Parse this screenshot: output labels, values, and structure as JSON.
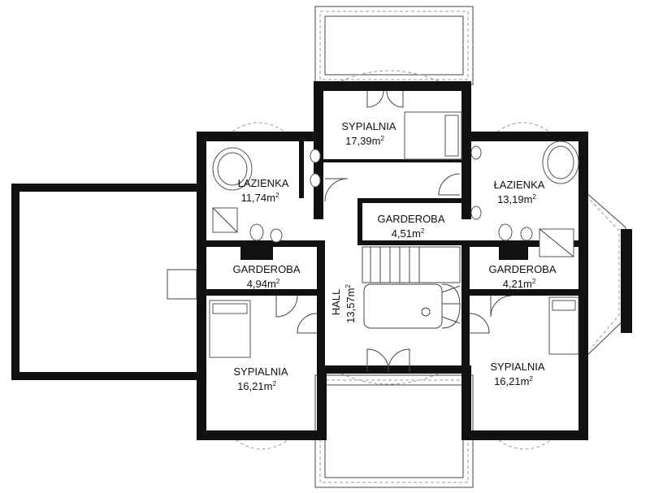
{
  "rooms": {
    "sypialnia_top": {
      "name": "SYPIALNIA",
      "area": "17,39m",
      "unit": "2"
    },
    "lazienka_left": {
      "name": "ŁAZIENKA",
      "area": "11,74m",
      "unit": "2"
    },
    "lazienka_right": {
      "name": "ŁAZIENKA",
      "area": "13,19m",
      "unit": "2"
    },
    "garderoba_mid": {
      "name": "GARDEROBA",
      "area": "4,51m",
      "unit": "2"
    },
    "garderoba_left": {
      "name": "GARDEROBA",
      "area": "4,94m",
      "unit": "2"
    },
    "garderoba_right": {
      "name": "GARDEROBA",
      "area": "4,21m",
      "unit": "2"
    },
    "hall": {
      "name": "HALL",
      "area": "13,57m",
      "unit": "2"
    },
    "sypialnia_left": {
      "name": "SYPIALNIA",
      "area": "16,21m",
      "unit": "2"
    },
    "sypialnia_right": {
      "name": "SYPIALNIA",
      "area": "16,21m",
      "unit": "2"
    }
  },
  "colors": {
    "wall": "#111111",
    "background": "#ffffff",
    "line": "#444444",
    "dash": "#999999"
  }
}
